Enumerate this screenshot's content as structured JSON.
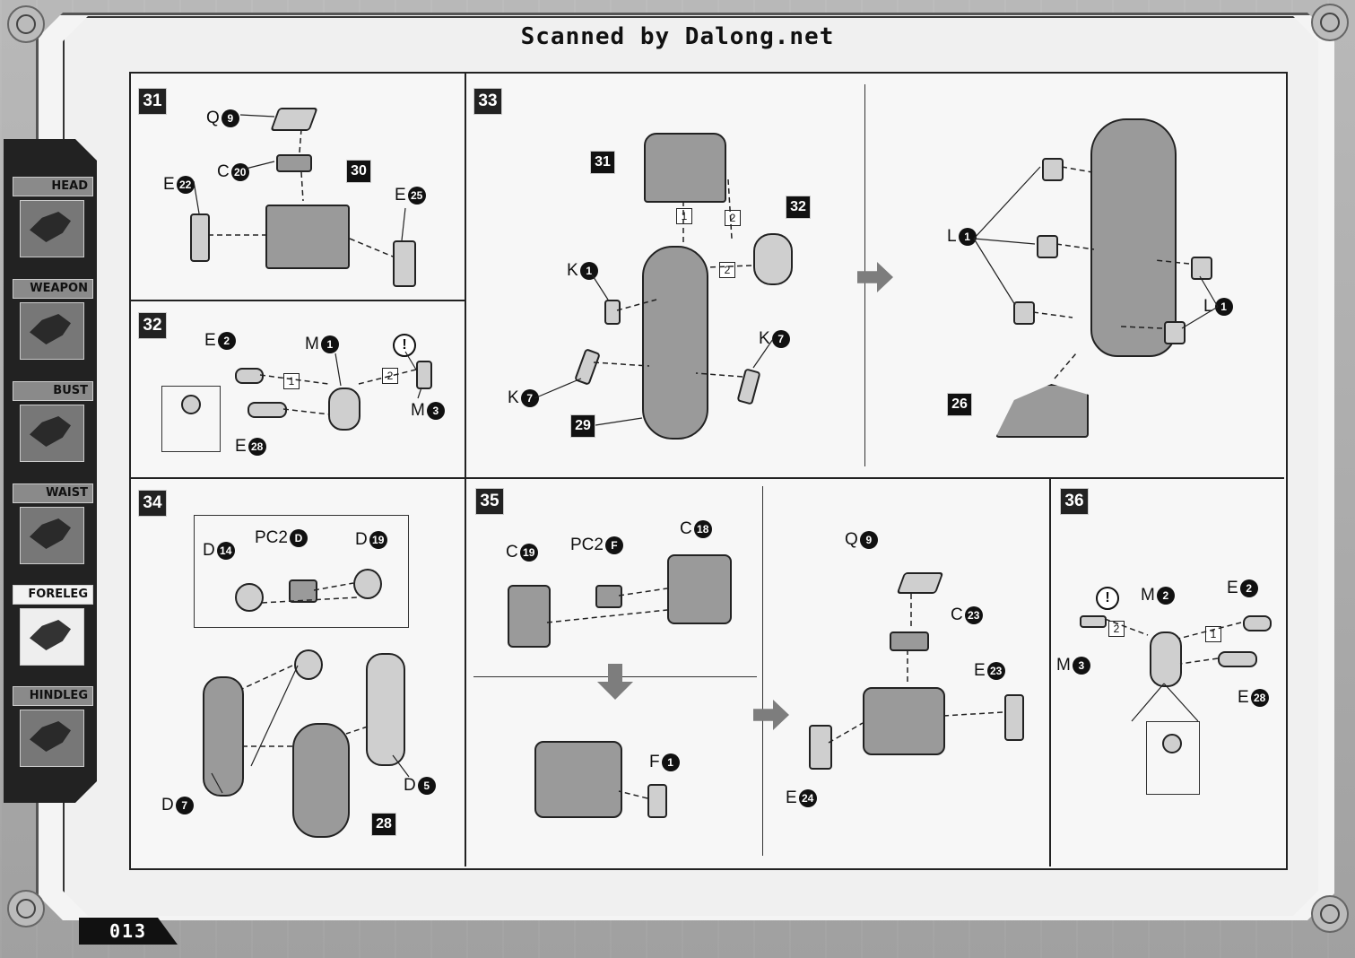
{
  "header": {
    "watermark": "Scanned by Dalong.net"
  },
  "page": {
    "number": "013"
  },
  "sidebar": {
    "items": [
      {
        "label": "HEAD",
        "active": false
      },
      {
        "label": "WEAPON",
        "active": false
      },
      {
        "label": "BUST",
        "active": false
      },
      {
        "label": "WAIST",
        "active": false
      },
      {
        "label": "FORELEG",
        "active": true
      },
      {
        "label": "HINDLEG",
        "active": false
      }
    ]
  },
  "steps": {
    "s31": {
      "number": "31",
      "labels": [
        {
          "letter": "Q",
          "num": "9"
        },
        {
          "letter": "C",
          "num": "20"
        },
        {
          "letter": "E",
          "num": "22"
        },
        {
          "letter": "E",
          "num": "25"
        }
      ],
      "callout": "30"
    },
    "s32": {
      "number": "32",
      "labels": [
        {
          "letter": "E",
          "num": "2"
        },
        {
          "letter": "M",
          "num": "1"
        },
        {
          "letter": "M",
          "num": "3"
        },
        {
          "letter": "E",
          "num": "28"
        }
      ],
      "seq": [
        "1",
        "2"
      ],
      "warn": "!"
    },
    "s33": {
      "number": "33",
      "labels": [
        {
          "letter": "K",
          "num": "1"
        },
        {
          "letter": "K",
          "num": "7"
        },
        {
          "letter": "K",
          "num": "7"
        }
      ],
      "callouts": [
        "31",
        "32",
        "29"
      ],
      "seq": [
        "1",
        "2",
        "2"
      ]
    },
    "s33b": {
      "labels": [
        {
          "letter": "L",
          "num": "1"
        },
        {
          "letter": "L",
          "num": "1"
        }
      ],
      "callout": "26"
    },
    "s34": {
      "number": "34",
      "labels": [
        {
          "letter": "D",
          "num": "14"
        },
        {
          "letter": "PC2",
          "num": "D"
        },
        {
          "letter": "D",
          "num": "19"
        },
        {
          "letter": "D",
          "num": "7"
        },
        {
          "letter": "D",
          "num": "5"
        }
      ],
      "callout": "28"
    },
    "s35": {
      "number": "35",
      "labels": [
        {
          "letter": "C",
          "num": "19"
        },
        {
          "letter": "PC2",
          "num": "F"
        },
        {
          "letter": "C",
          "num": "18"
        },
        {
          "letter": "F",
          "num": "1"
        }
      ]
    },
    "s35b": {
      "labels": [
        {
          "letter": "Q",
          "num": "9"
        },
        {
          "letter": "C",
          "num": "23"
        },
        {
          "letter": "E",
          "num": "23"
        },
        {
          "letter": "E",
          "num": "24"
        }
      ]
    },
    "s36": {
      "number": "36",
      "labels": [
        {
          "letter": "M",
          "num": "2"
        },
        {
          "letter": "E",
          "num": "2"
        },
        {
          "letter": "M",
          "num": "3"
        },
        {
          "letter": "E",
          "num": "28"
        }
      ],
      "seq": [
        "2",
        "1"
      ],
      "warn": "!"
    }
  }
}
